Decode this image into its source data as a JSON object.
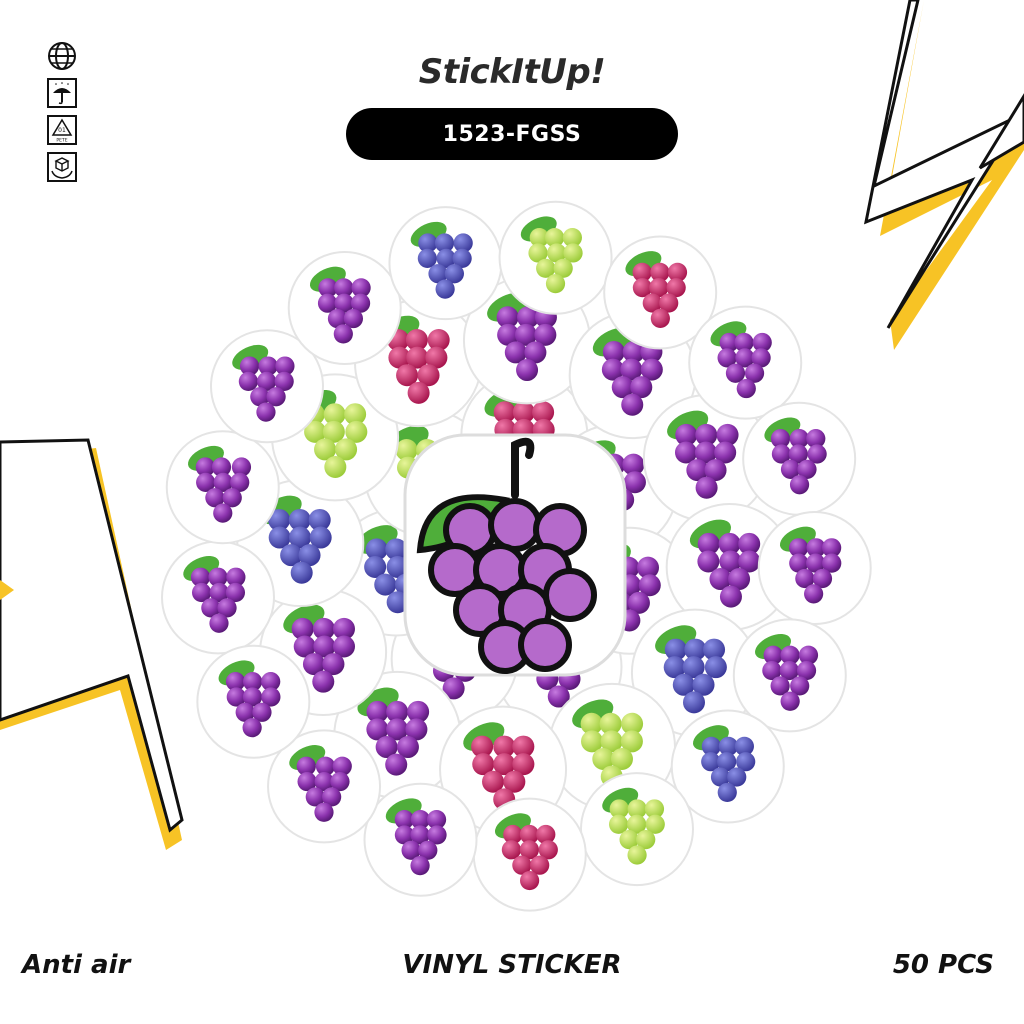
{
  "header": {
    "brand": "StickItUp!",
    "product_code": "1523-FGSS"
  },
  "side_icons": [
    {
      "name": "globe-icon"
    },
    {
      "name": "keep-dry-umbrella-icon"
    },
    {
      "name": "recycle-pete-icon",
      "label": "01",
      "sublabel": "PETE"
    },
    {
      "name": "fragile-package-icon"
    }
  ],
  "footer": {
    "left": "Anti air",
    "center": "VINYL STICKER",
    "right": "50 PCS"
  },
  "colors": {
    "accent_yellow": "#f7c325",
    "grape_purple": "#7b2b9a",
    "leaf_green": "#4fae3a",
    "pill_black": "#000000"
  },
  "featured_sticker": {
    "name": "grape-bunch-icon"
  }
}
